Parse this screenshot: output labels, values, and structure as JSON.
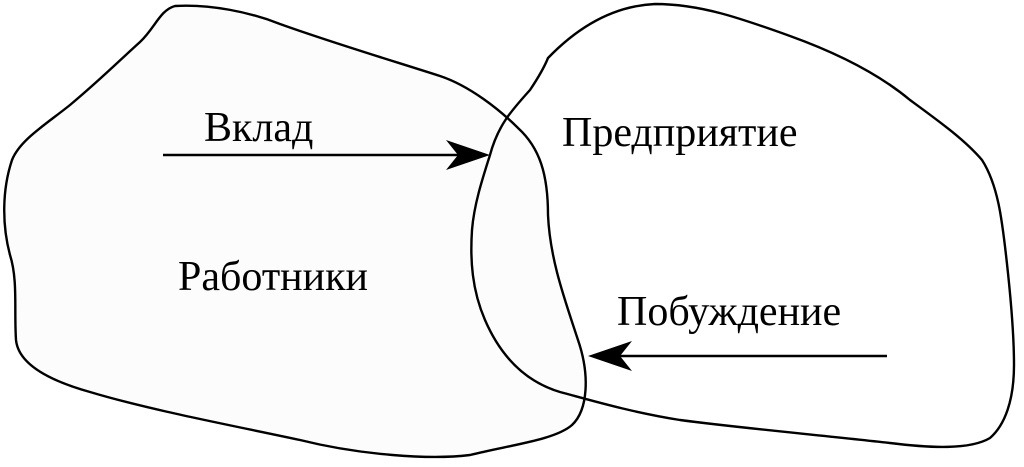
{
  "diagram": {
    "left_region": {
      "label": "Работники"
    },
    "right_region": {
      "label": "Предприятие"
    },
    "arrow_to_right": {
      "label": "Вклад"
    },
    "arrow_to_left": {
      "label": "Побуждение"
    }
  }
}
